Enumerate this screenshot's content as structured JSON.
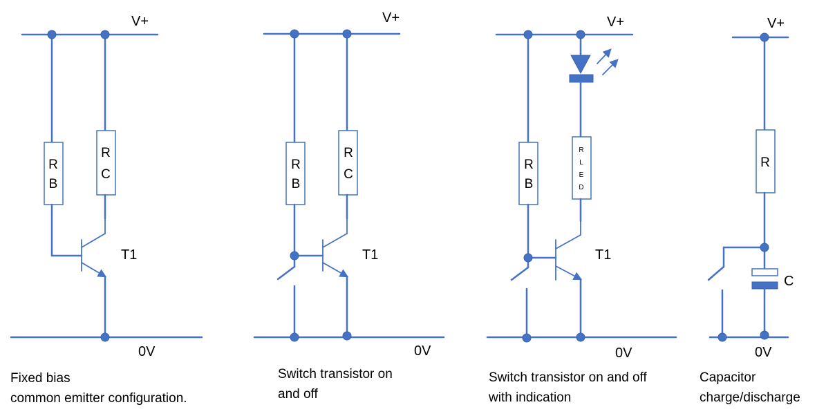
{
  "colors": {
    "wire": "#4472c4",
    "text": "#000000",
    "background": "#ffffff"
  },
  "circuits": [
    {
      "rail_top": "V+",
      "rail_bottom": "0V",
      "base_resistor": [
        "R",
        "B"
      ],
      "collector_resistor": [
        "R",
        "C"
      ],
      "transistor": "T1",
      "caption": [
        "Fixed bias",
        "common emitter configuration."
      ]
    },
    {
      "rail_top": "V+",
      "rail_bottom": "0V",
      "base_resistor": [
        "R",
        "B"
      ],
      "collector_resistor": [
        "R",
        "C"
      ],
      "transistor": "T1",
      "caption": [
        "Switch transistor on",
        "and off"
      ]
    },
    {
      "rail_top": "V+",
      "rail_bottom": "0V",
      "base_resistor": [
        "R",
        "B"
      ],
      "led_resistor": [
        "R",
        "L",
        "E",
        "D"
      ],
      "transistor": "T1",
      "caption": [
        "Switch transistor on and off",
        "with indication"
      ]
    },
    {
      "rail_top": "V+",
      "rail_bottom": "0V",
      "resistor": "R",
      "capacitor": "C",
      "caption": [
        "Capacitor",
        "charge/discharge"
      ]
    }
  ]
}
